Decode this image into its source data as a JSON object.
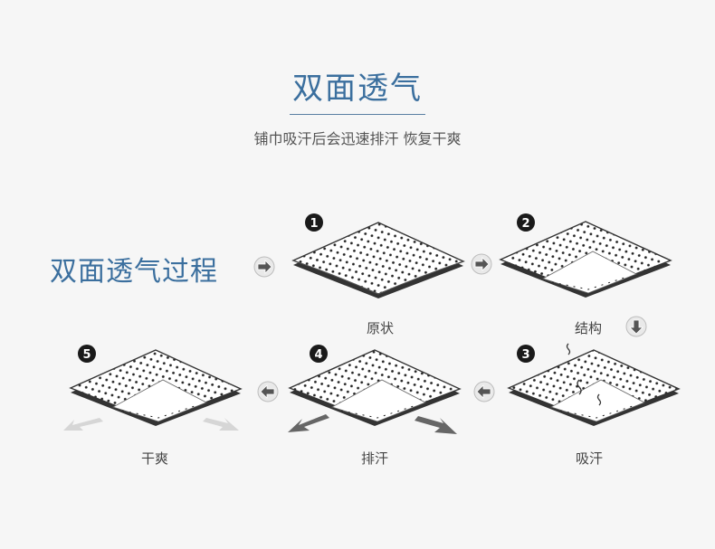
{
  "header": {
    "title": "双面透气",
    "subtitle": "铺巾吸汗后会迅速排汗 恢复干爽"
  },
  "process": {
    "title": "双面透气过程",
    "steps": [
      {
        "number": "1",
        "label": "原状"
      },
      {
        "number": "2",
        "label": "结构"
      },
      {
        "number": "3",
        "label": "吸汗"
      },
      {
        "number": "4",
        "label": "排汗"
      },
      {
        "number": "5",
        "label": "干爽"
      }
    ]
  },
  "colors": {
    "title": "#3b6f9e",
    "pad_top": "#ffffff",
    "pad_base": "#3a3a3a",
    "arrow": "#555555"
  }
}
